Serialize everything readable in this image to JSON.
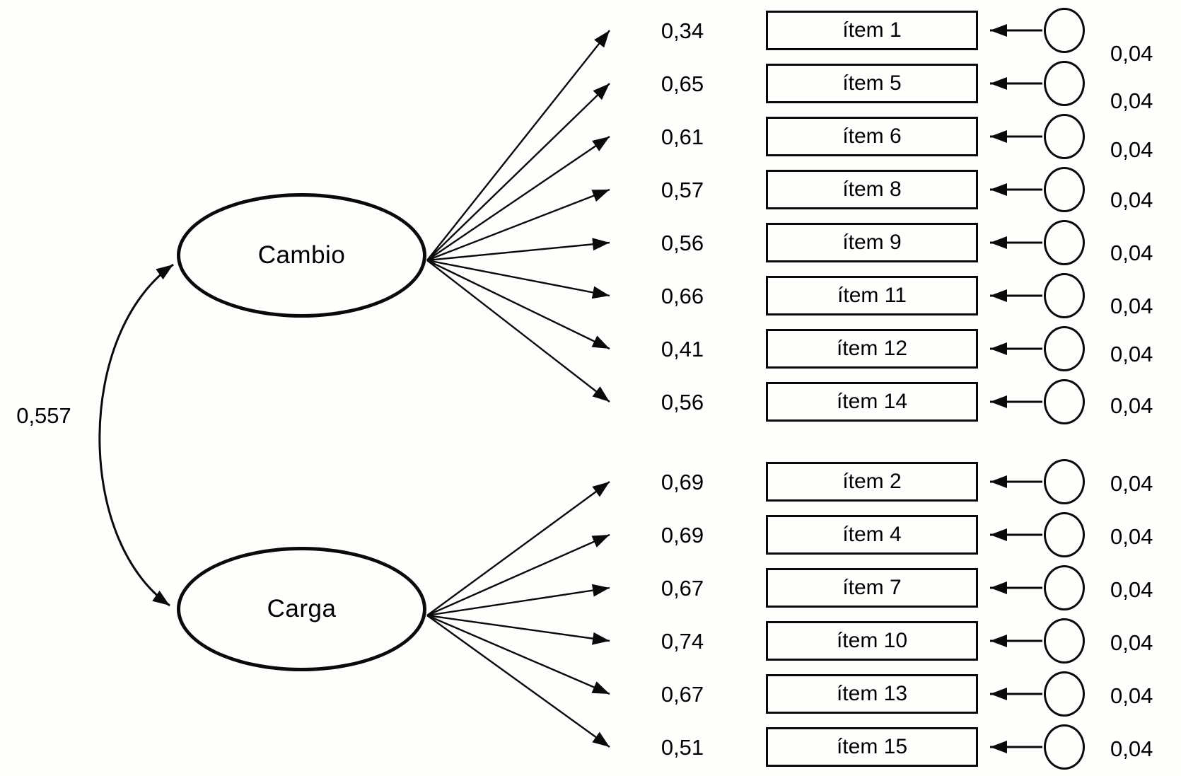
{
  "diagram": {
    "type": "sem-path-diagram",
    "covariance": {
      "value": "0,557"
    },
    "factors": [
      {
        "name": "Cambio",
        "items": [
          {
            "label": "ítem 1",
            "loading": "0,34",
            "error": "0,04"
          },
          {
            "label": "ítem 5",
            "loading": "0,65",
            "error": "0,04"
          },
          {
            "label": "ítem 6",
            "loading": "0,61",
            "error": "0,04"
          },
          {
            "label": "ítem 8",
            "loading": "0,57",
            "error": "0,04"
          },
          {
            "label": "ítem 9",
            "loading": "0,56",
            "error": "0,04"
          },
          {
            "label": "ítem 11",
            "loading": "0,66",
            "error": "0,04"
          },
          {
            "label": "ítem 12",
            "loading": "0,41",
            "error": "0,04"
          },
          {
            "label": "ítem 14",
            "loading": "0,56",
            "error": "0,04"
          }
        ]
      },
      {
        "name": "Carga",
        "items": [
          {
            "label": "ítem 2",
            "loading": "0,69",
            "error": "0,04"
          },
          {
            "label": "ítem 4",
            "loading": "0,69",
            "error": "0,04"
          },
          {
            "label": "ítem 7",
            "loading": "0,67",
            "error": "0,04"
          },
          {
            "label": "ítem 10",
            "loading": "0,74",
            "error": "0,04"
          },
          {
            "label": "ítem 13",
            "loading": "0,67",
            "error": "0,04"
          },
          {
            "label": "ítem 15",
            "loading": "0,51",
            "error": "0,04"
          }
        ]
      }
    ],
    "colors": {
      "stroke": "#000000",
      "background": "#ffffff"
    }
  }
}
